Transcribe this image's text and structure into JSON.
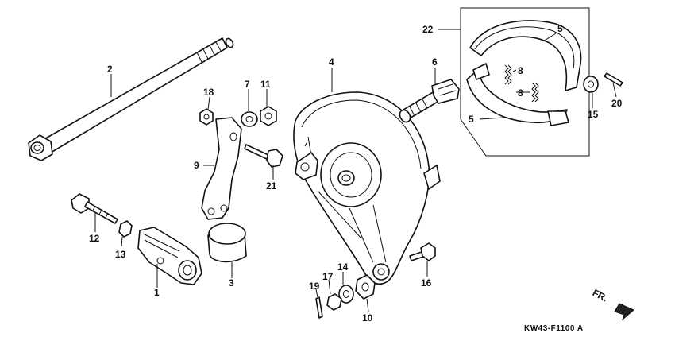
{
  "callouts": [
    {
      "id": "c1",
      "label": "1"
    },
    {
      "id": "c2",
      "label": "2"
    },
    {
      "id": "c3",
      "label": "3"
    },
    {
      "id": "c4",
      "label": "4"
    },
    {
      "id": "c5a",
      "label": "5"
    },
    {
      "id": "c5b",
      "label": "5"
    },
    {
      "id": "c6",
      "label": "6"
    },
    {
      "id": "c7",
      "label": "7"
    },
    {
      "id": "c8a",
      "label": "8"
    },
    {
      "id": "c8b",
      "label": "8"
    },
    {
      "id": "c9",
      "label": "9"
    },
    {
      "id": "c10",
      "label": "10"
    },
    {
      "id": "c11",
      "label": "11"
    },
    {
      "id": "c12",
      "label": "12"
    },
    {
      "id": "c13",
      "label": "13"
    },
    {
      "id": "c14",
      "label": "14"
    },
    {
      "id": "c15",
      "label": "15"
    },
    {
      "id": "c16",
      "label": "16"
    },
    {
      "id": "c17",
      "label": "17"
    },
    {
      "id": "c18",
      "label": "18"
    },
    {
      "id": "c19",
      "label": "19"
    },
    {
      "id": "c20",
      "label": "20"
    },
    {
      "id": "c21",
      "label": "21"
    },
    {
      "id": "c22",
      "label": "22"
    }
  ],
  "direction_label": "FR.",
  "drawing_code": "KW43-F1100 A",
  "colors": {
    "line": "#111111",
    "background": "#ffffff"
  }
}
